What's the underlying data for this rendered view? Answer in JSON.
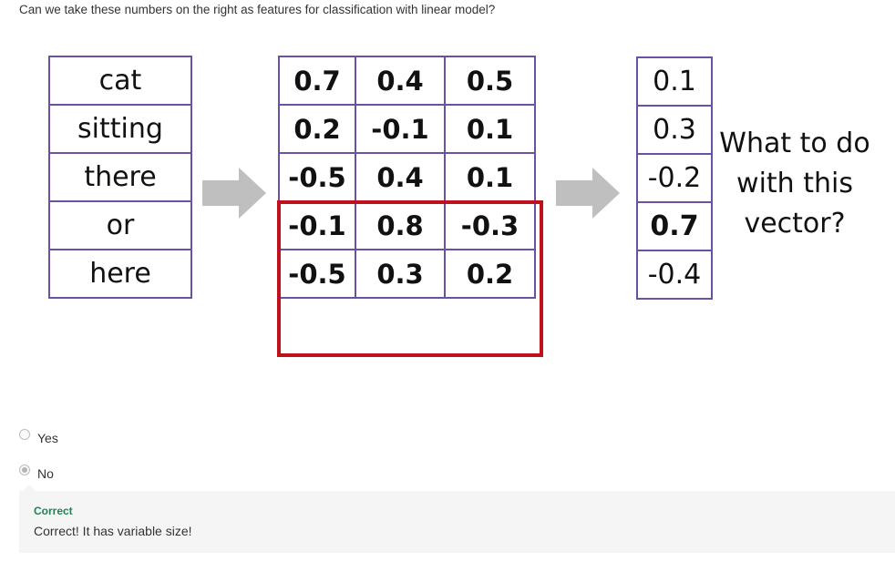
{
  "question": "Can we take these numbers on the right as features for classification with linear model?",
  "figure": {
    "words": [
      "cat",
      "sitting",
      "there",
      "or",
      "here"
    ],
    "matrix": [
      [
        "0.7",
        "0.4",
        "0.5"
      ],
      [
        "0.2",
        "-0.1",
        "0.1"
      ],
      [
        "-0.5",
        "0.4",
        "0.1"
      ],
      [
        "-0.1",
        "0.8",
        "-0.3"
      ],
      [
        "-0.5",
        "0.3",
        "0.2"
      ]
    ],
    "vector": [
      "0.1",
      "0.3",
      "-0.2",
      "0.7",
      "-0.4"
    ],
    "vector_bold_index": 3,
    "vector_question": [
      "What to do",
      "with this",
      "vector?"
    ],
    "colors": {
      "grid_border": "#6a52a3",
      "highlight": "#c0101c",
      "arrow": "#bfbfbf"
    }
  },
  "options": [
    {
      "label": "Yes",
      "selected": false
    },
    {
      "label": "No",
      "selected": true
    }
  ],
  "feedback": {
    "title": "Correct",
    "text": "Correct! It has variable size!",
    "color": "#1f8354"
  }
}
